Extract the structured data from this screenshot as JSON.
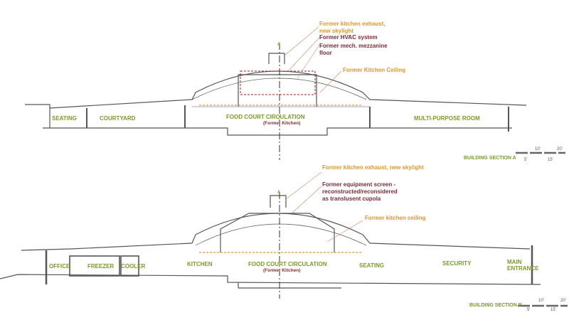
{
  "section_a": {
    "title": "BUILDING SECTION A",
    "rooms": [
      "SEATING",
      "COURTYARD",
      "FOOD COURT CIRCULATION",
      "MULTI-PURPOSE ROOM"
    ],
    "former_kitchen": "(Former Kitchen)",
    "notes": {
      "exhaust": "Former kitchen exhaust,\nnew skylight",
      "hvac": "Former HVAC system",
      "mezzanine": "Former mech. mezzanine\nfloor",
      "ceiling": "Former  Kitchen Ceiling"
    },
    "marker": "A",
    "scale": [
      "5'",
      "10'",
      "15'",
      "20'"
    ]
  },
  "section_b": {
    "title": "BUILDING SECTION B",
    "rooms": [
      "OFFICE",
      "FREEZER",
      "COOLER",
      "KITCHEN",
      "FOOD COURT CIRCULATION",
      "SEATING",
      "SECURITY",
      "MAIN\nENTRANCE"
    ],
    "former_kitchen": "(Former Kitchen)",
    "notes": {
      "exhaust": "Former kitchen exhaust, new skylight",
      "screen": "Former equipment screen -\nreconstructed/reconsidered\nas translusent cupola",
      "ceiling": "Former kitchen ceiling"
    },
    "marker": "A",
    "scale": [
      "5'",
      "10'",
      "15'",
      "20'"
    ]
  },
  "colors": {
    "room_label": "#7a9a2a",
    "orange_note": "#e3962a",
    "maroon_note": "#7a2b3a",
    "line": "#555555"
  }
}
